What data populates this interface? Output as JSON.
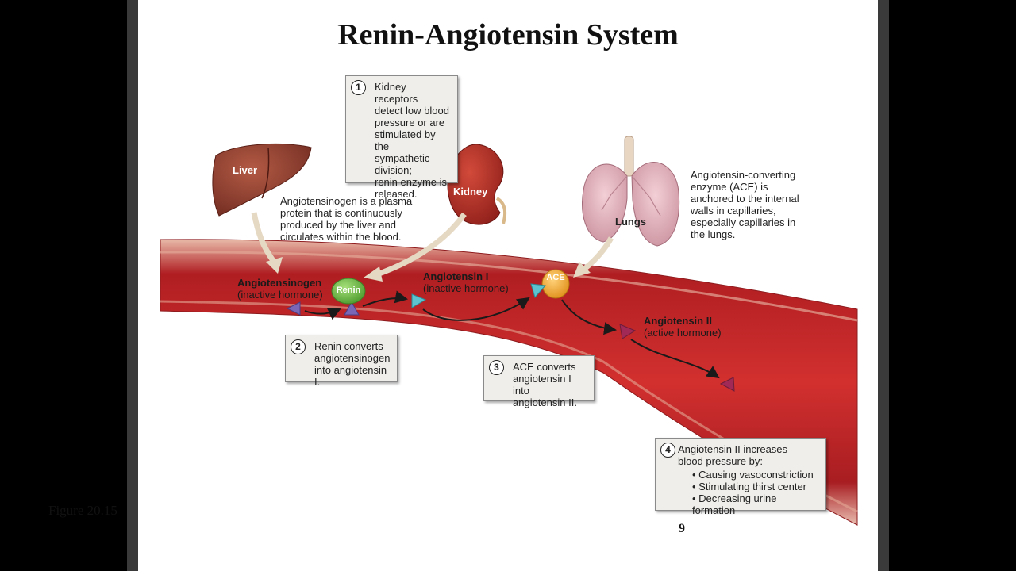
{
  "slide": {
    "title": "Renin-Angiotensin System",
    "figure_label": "Figure 20.15",
    "page_number": "9"
  },
  "organs": {
    "liver": "Liver",
    "kidney": "Kidney",
    "lungs": "Lungs"
  },
  "notes": {
    "angiotensinogen_note": [
      "Angiotensinogen is a plasma",
      "protein that is continuously",
      "produced by the liver and",
      "circulates within the blood."
    ],
    "ace_note": [
      "Angiotensin-converting",
      "enzyme (ACE) is",
      "anchored to the internal",
      "walls in capillaries,",
      "especially capillaries in",
      "the lungs."
    ]
  },
  "steps": [
    {
      "num": "1",
      "lines": [
        "Kidney receptors",
        "detect low blood",
        "pressure or are",
        "stimulated by the",
        "sympathetic",
        "division;",
        "renin enzyme is",
        "released."
      ]
    },
    {
      "num": "2",
      "lines": [
        "Renin converts",
        "angiotensinogen",
        "into angiotensin I."
      ]
    },
    {
      "num": "3",
      "lines": [
        "ACE converts",
        "angiotensin I into",
        "angiotensin II."
      ]
    },
    {
      "num": "4",
      "lines": [
        "Angiotensin II increases",
        "blood pressure by:"
      ],
      "bullets": [
        "Causing vasoconstriction",
        "Stimulating thirst center",
        "Decreasing urine formation"
      ]
    }
  ],
  "hormones": {
    "angiotensinogen": {
      "name": "Angiotensinogen",
      "status": "(inactive hormone)"
    },
    "angiotensin1": {
      "name": "Angiotensin I",
      "status": "(inactive hormone)"
    },
    "angiotensin2": {
      "name": "Angiotensin II",
      "status": "(active hormone)"
    }
  },
  "enzymes": {
    "renin": "Renin",
    "ace": "ACE"
  },
  "colors": {
    "vessel_dark": "#9b1b1e",
    "vessel_mid": "#c8262a",
    "renin_green": "#6cc04a",
    "ace_orange": "#f3a521",
    "angiotensinogen_purple": "#7a67b5",
    "angiotensin1_cyan": "#5cc3cf",
    "angiotensin2_magenta": "#a02a55"
  }
}
